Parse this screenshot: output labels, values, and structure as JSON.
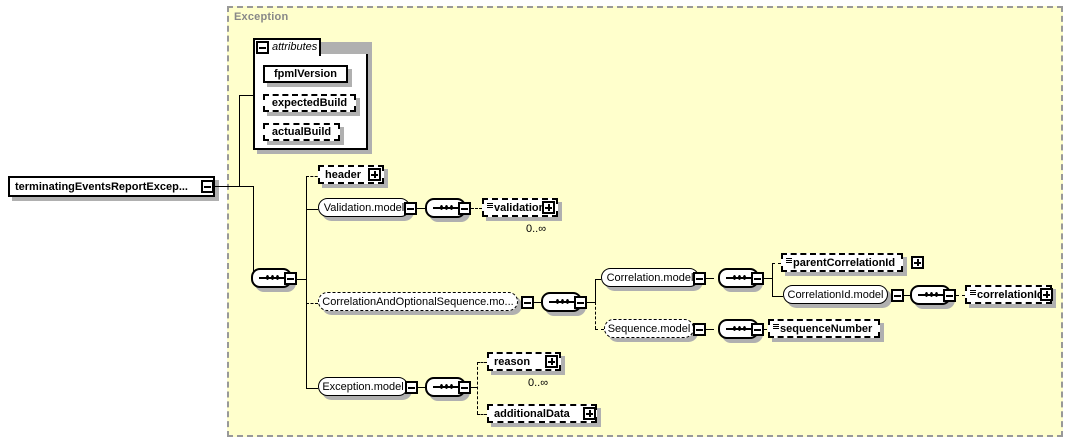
{
  "diagram": {
    "kind": "xml-schema-diagram",
    "root_element": {
      "name": "terminatingEventsReportExcep...",
      "toggle": "minus"
    },
    "complex_type_panel": {
      "title": "Exception",
      "fill_color": "#ffffcc",
      "border_color": "#999999"
    },
    "attributes_panel": {
      "tab_label": "attributes",
      "tab_toggle": "minus",
      "items": [
        {
          "name": "fpmlVersion",
          "required": true
        },
        {
          "name": "expectedBuild",
          "required": false
        },
        {
          "name": "actualBuild",
          "required": false
        }
      ]
    },
    "nodes": {
      "header": {
        "label": "header",
        "optional": true,
        "toggle": "plus",
        "repeating": false
      },
      "validation_model": {
        "label": "Validation.model",
        "optional": false,
        "toggle": "minus"
      },
      "validation": {
        "label": "validation",
        "optional": true,
        "toggle": "plus",
        "repeating": true,
        "cardinality": "0..∞"
      },
      "correlation_seq_model": {
        "label": "CorrelationAndOptionalSequence.mo...",
        "optional": true,
        "toggle": "minus"
      },
      "correlation_model": {
        "label": "Correlation.model",
        "optional": false,
        "toggle": "minus"
      },
      "parent_correlation_id": {
        "label": "parentCorrelationId",
        "optional": true,
        "toggle": "plus",
        "repeating": true
      },
      "correlation_id_model": {
        "label": "CorrelationId.model",
        "optional": false,
        "toggle": "minus"
      },
      "correlation_id": {
        "label": "correlationId",
        "optional": true,
        "toggle": "plus",
        "repeating": true
      },
      "sequence_model": {
        "label": "Sequence.model",
        "optional": true,
        "toggle": "minus"
      },
      "sequence_number": {
        "label": "sequenceNumber",
        "optional": true,
        "toggle": "none",
        "repeating": true
      },
      "exception_model": {
        "label": "Exception.model",
        "optional": false,
        "toggle": "minus"
      },
      "reason": {
        "label": "reason",
        "optional": true,
        "toggle": "plus",
        "repeating": false,
        "cardinality": "0..∞"
      },
      "additional_data": {
        "label": "additionalData",
        "optional": true,
        "toggle": "plus",
        "repeating": false
      }
    },
    "compositors": {
      "root_sequence": {
        "type": "sequence",
        "toggle": "minus"
      },
      "validation_sequence": {
        "type": "sequence",
        "toggle": "minus"
      },
      "corrseq_sequence": {
        "type": "sequence",
        "toggle": "minus"
      },
      "correlation_sequence": {
        "type": "sequence",
        "toggle": "minus"
      },
      "corrid_sequence": {
        "type": "sequence",
        "toggle": "minus"
      },
      "sequence_sequence": {
        "type": "sequence",
        "toggle": "minus"
      },
      "exception_sequence": {
        "type": "sequence",
        "toggle": "minus"
      }
    },
    "cardinalities": {
      "validation": "0..∞",
      "reason": "0..∞"
    }
  }
}
